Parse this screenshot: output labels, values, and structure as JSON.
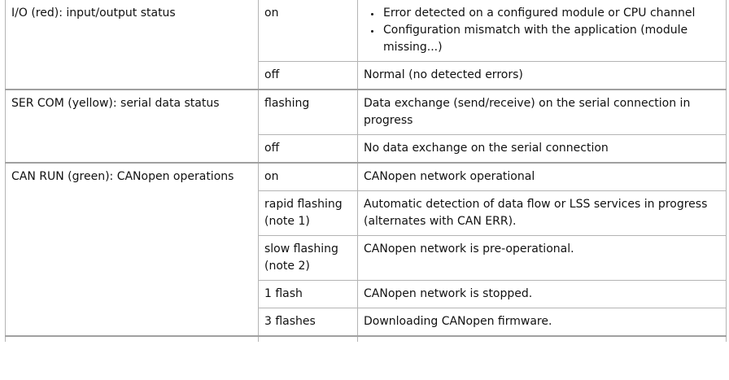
{
  "rows": [
    {
      "signal": "I/O (red): input/output status",
      "states": [
        {
          "state": "on",
          "meaning_items": [
            "Error detected on a configured module or CPU channel",
            "Configuration mismatch with the application (module missing...)"
          ]
        },
        {
          "state": "off",
          "meaning": "Normal (no detected errors)"
        }
      ]
    },
    {
      "signal": "SER COM (yellow): serial data status",
      "states": [
        {
          "state": "flashing",
          "meaning": "Data exchange (send/receive) on the serial connection in progress"
        },
        {
          "state": "off",
          "meaning": "No data exchange on the serial connection"
        }
      ]
    },
    {
      "signal": "CAN RUN (green): CANopen operations",
      "states": [
        {
          "state": "on",
          "meaning": "CANopen network operational"
        },
        {
          "state": "rapid flashing (note 1)",
          "meaning": "Automatic detection of data flow or LSS services in progress (alternates with CAN ERR)."
        },
        {
          "state": "slow flashing (note 2)",
          "meaning": "CANopen network is pre-operational."
        },
        {
          "state": "1 flash",
          "meaning": "CANopen network is stopped."
        },
        {
          "state": "3 flashes",
          "meaning": "Downloading CANopen firmware."
        }
      ]
    }
  ]
}
